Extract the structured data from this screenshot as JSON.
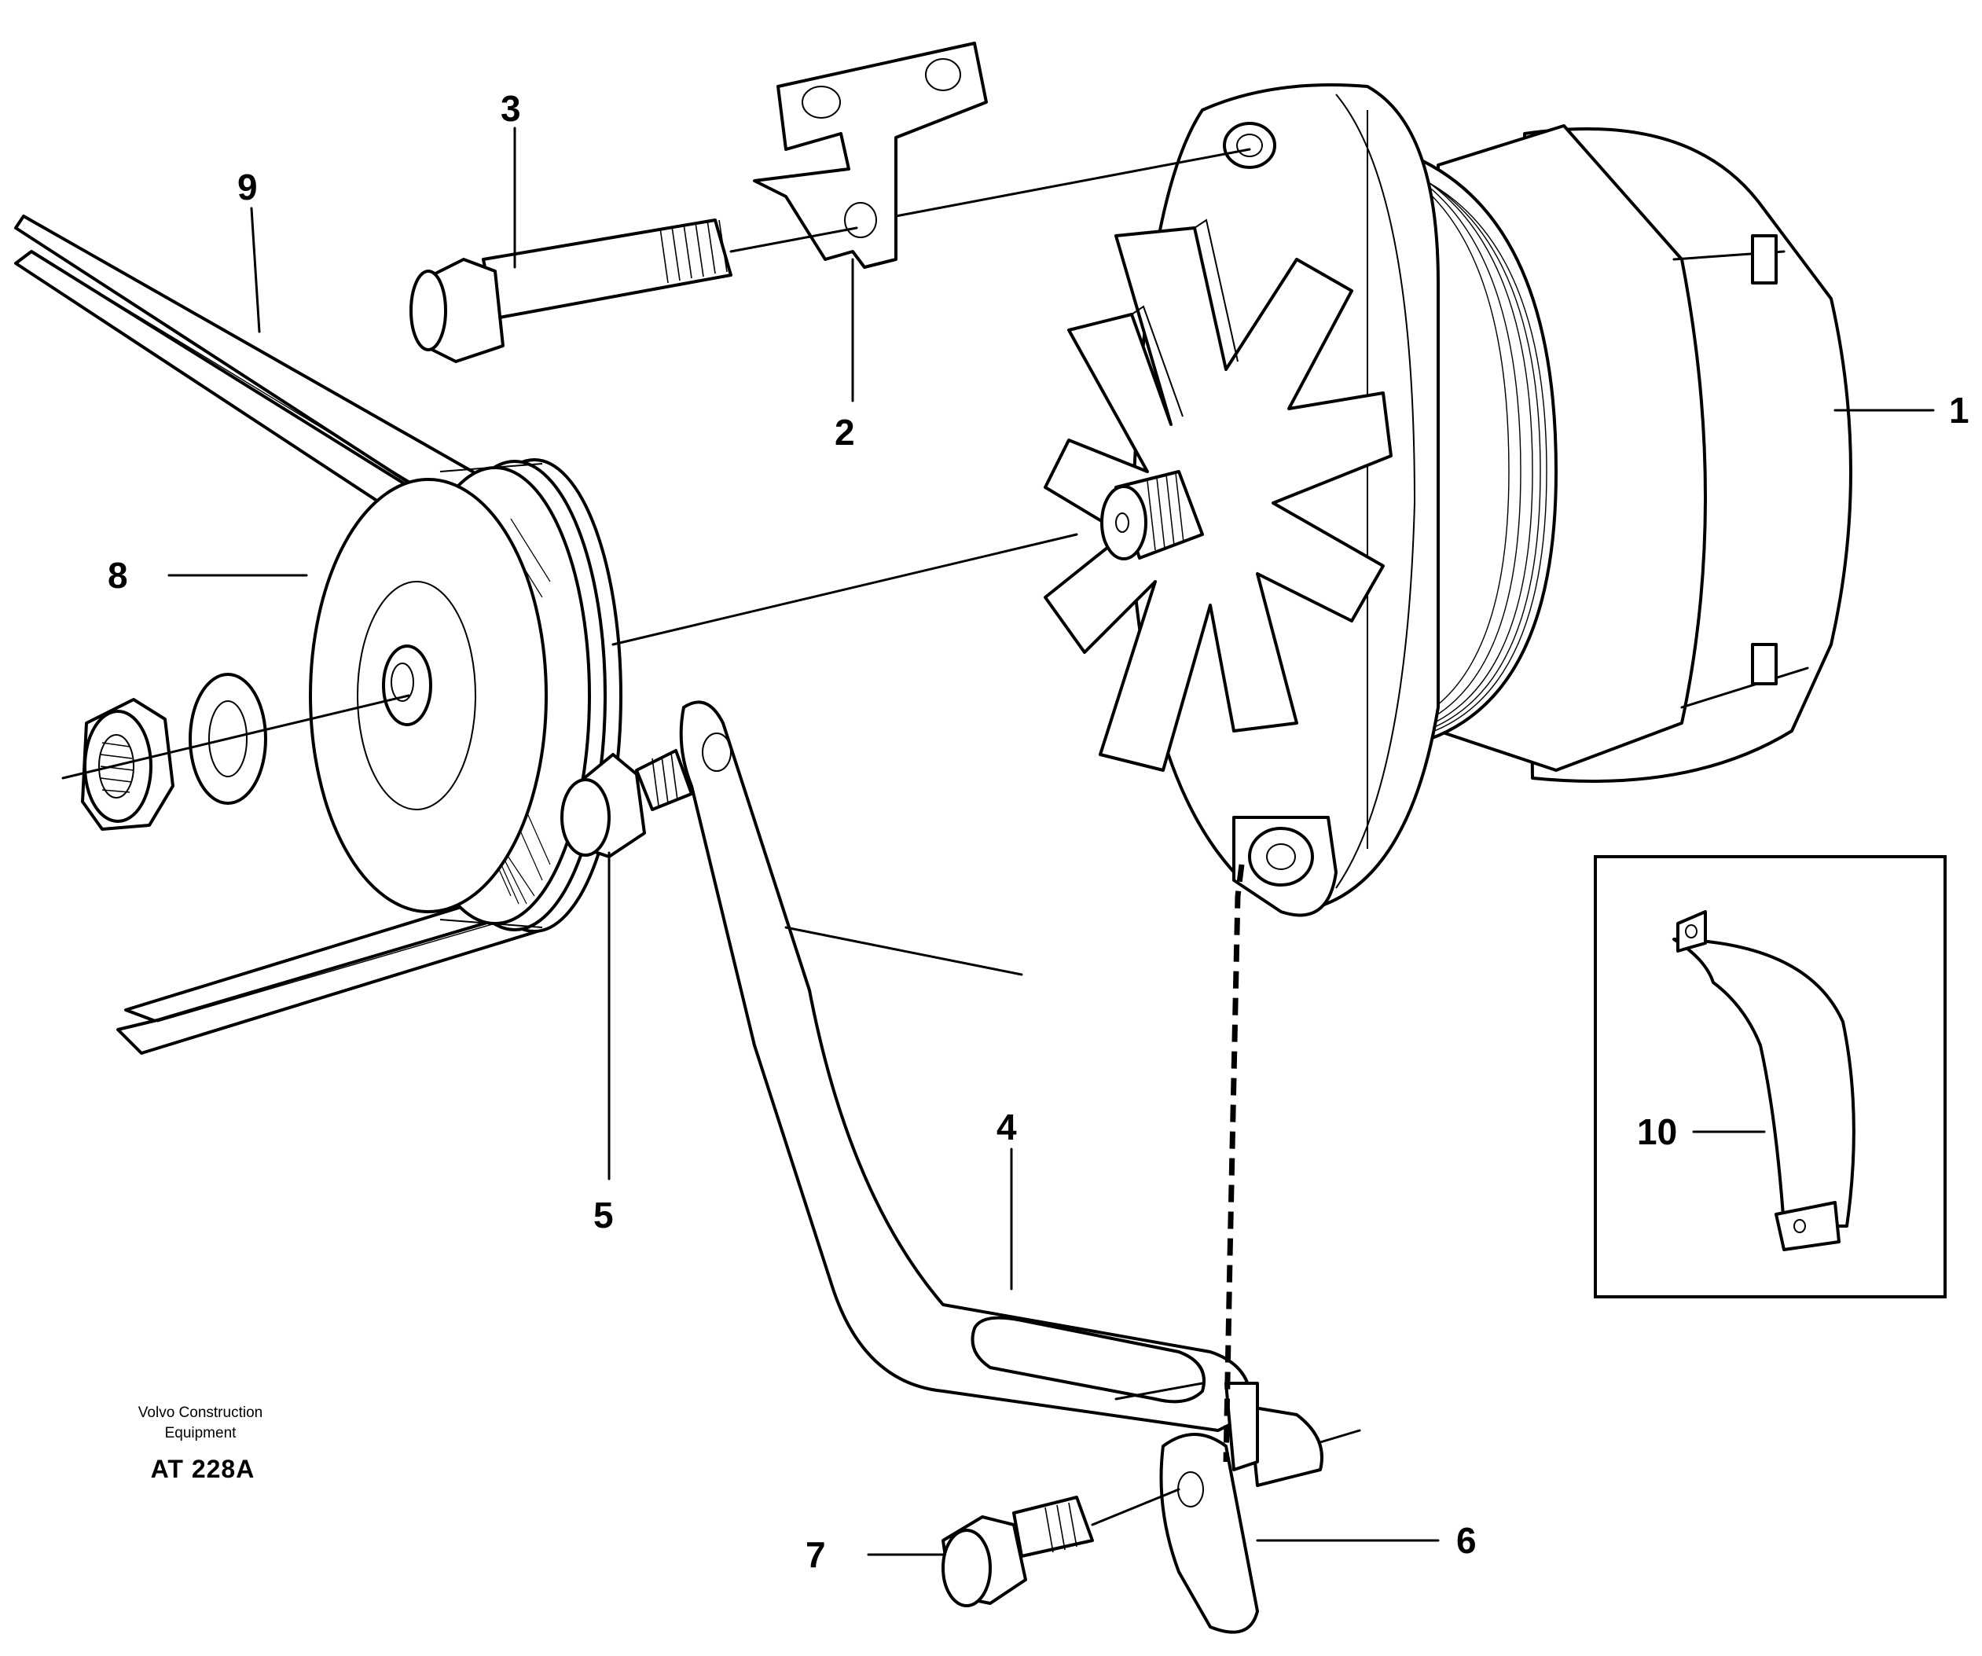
{
  "diagram": {
    "callouts": [
      {
        "id": "1",
        "label": "1"
      },
      {
        "id": "2",
        "label": "2"
      },
      {
        "id": "3",
        "label": "3"
      },
      {
        "id": "4",
        "label": "4"
      },
      {
        "id": "5",
        "label": "5"
      },
      {
        "id": "6",
        "label": "6"
      },
      {
        "id": "7",
        "label": "7"
      },
      {
        "id": "8",
        "label": "8"
      },
      {
        "id": "9",
        "label": "9"
      },
      {
        "id": "10",
        "label": "10"
      }
    ],
    "credit_line1": "Volvo Construction",
    "credit_line2": "Equipment",
    "drawing_code": "AT 228A"
  }
}
